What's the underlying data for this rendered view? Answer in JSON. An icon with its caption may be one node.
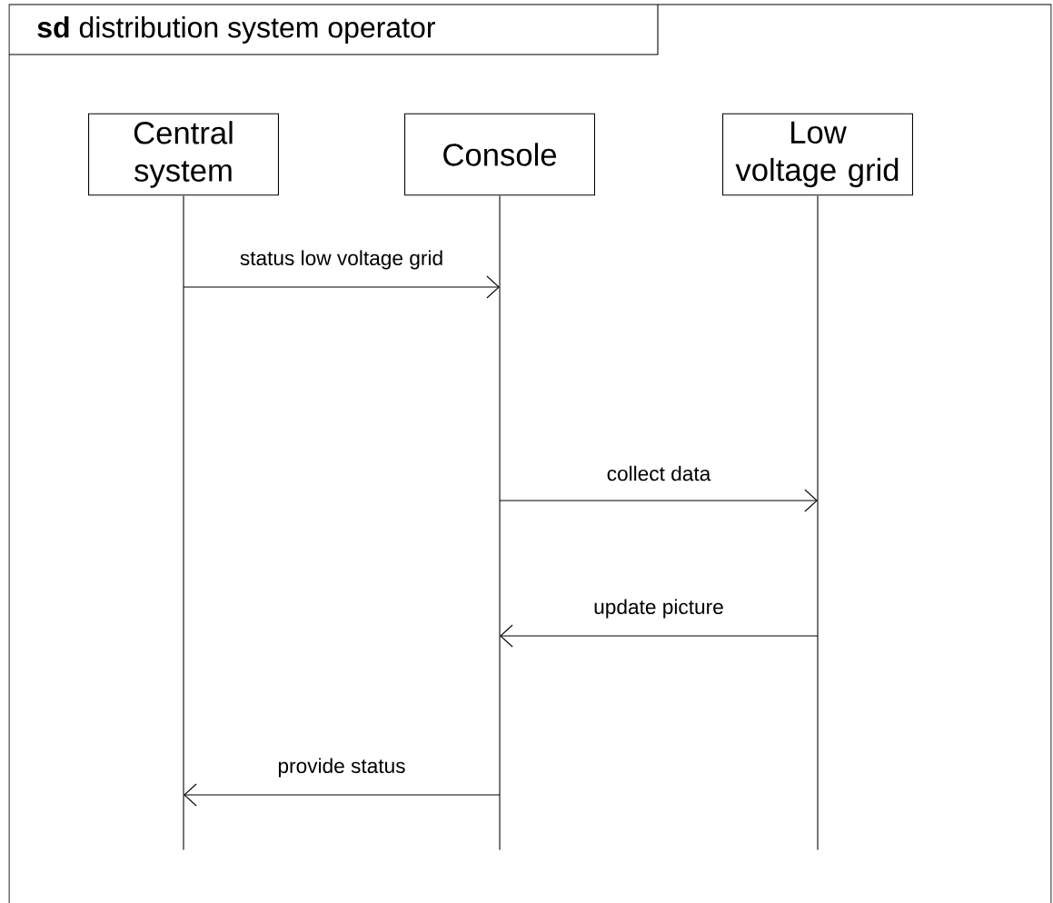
{
  "diagram": {
    "title": "**sd** distribution system operator",
    "nodes": [
      {
        "text": [
          "Central system"
        ]
      },
      {
        "text": [
          "Console"
        ]
      },
      {
        "text": [
          "Low voltage grid"
        ]
      },
      {
        "text": [],
        "shape": "bar"
      },
      {
        "text": [],
        "shape": "bar"
      },
      {
        "text": [],
        "shape": "bar"
      }
    ],
    "edges": [
      {
        "from": 3,
        "to": 4,
        "arrow": "to",
        "label": "status low voltage grid"
      },
      {
        "from": 4,
        "to": 5,
        "arrow": "to",
        "label": "collect data"
      },
      {
        "from": 5,
        "to": 4,
        "arrow": "to",
        "label": "update picture"
      },
      {
        "from": 4,
        "to": 3,
        "arrow": "to",
        "label": "provide status"
      }
    ]
  }
}
